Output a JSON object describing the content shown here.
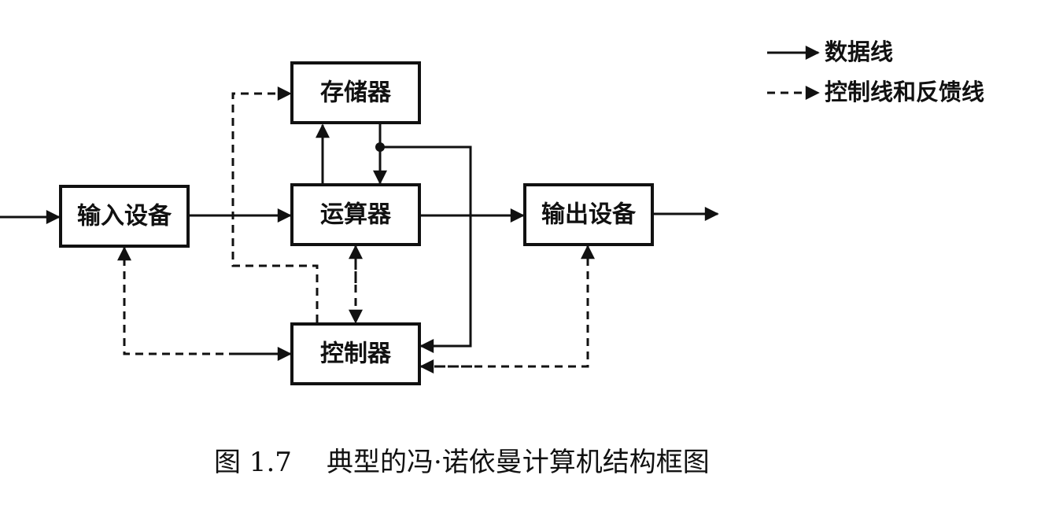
{
  "nodes": {
    "memory": "存储器",
    "alu": "运算器",
    "input": "输入设备",
    "output": "输出设备",
    "control": "控制器"
  },
  "legend": {
    "data_line": "数据线",
    "control_line": "控制线和反馈线"
  },
  "caption": {
    "number": "图 1.7",
    "title": "典型的冯·诺依曼计算机结构框图"
  }
}
